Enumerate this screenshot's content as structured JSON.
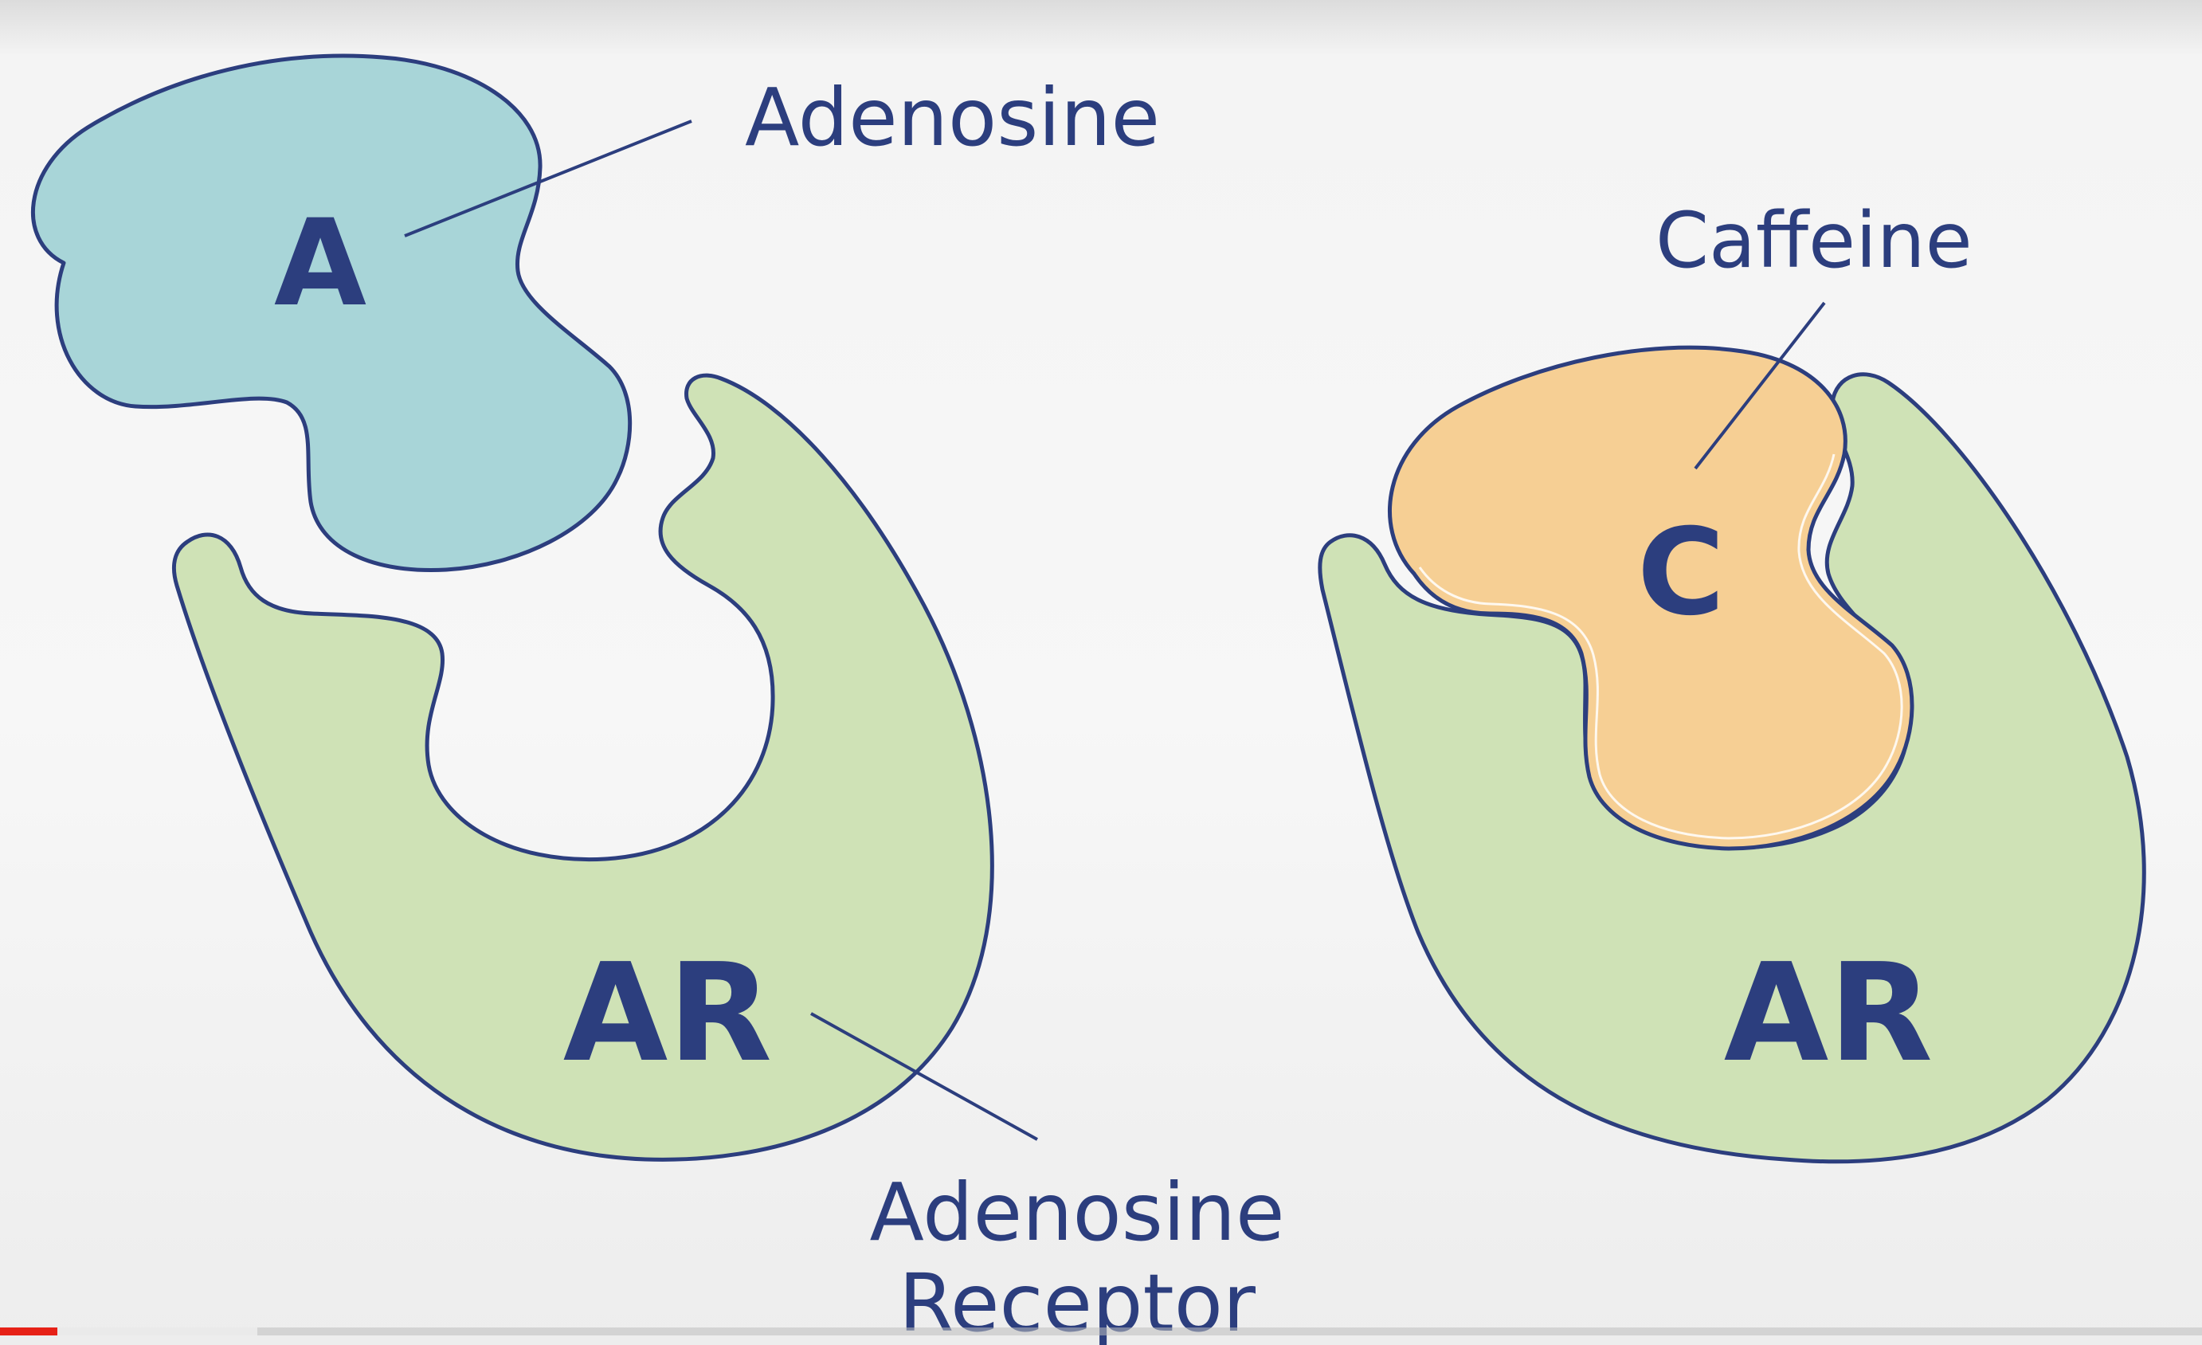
{
  "labels": {
    "adenosine": "Adenosine",
    "caffeine": "Caffeine",
    "receptor_line1": "Adenosine",
    "receptor_line2": "Receptor"
  },
  "shape_letters": {
    "adenosine": "A",
    "caffeine": "C",
    "receptor_left": "AR",
    "receptor_right": "AR"
  },
  "colors": {
    "outline": "#2c3e7e",
    "adenosine_fill": "#a8d5d8",
    "caffeine_fill": "#f6cf94",
    "receptor_fill": "#cfe2b6",
    "progress_played": "#e62117"
  },
  "video_progress": {
    "played_fraction": 0.026,
    "buffered_fraction": 0.117
  }
}
